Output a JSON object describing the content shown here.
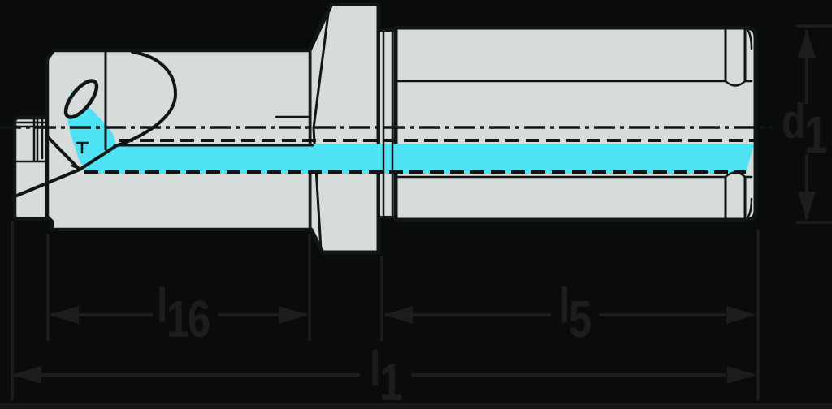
{
  "diagram": {
    "type": "technical-drawing",
    "description": "Side cross-section of an indexable-insert drill / boring tool: cutting head with elliptical insert pocket at left, conical flange collar in the middle, cylindrical shank with clamping groove at right, cyan coolant channel along the axis, with dimension annotations.",
    "dimension_labels": {
      "l16": {
        "main": "l",
        "sub": "16"
      },
      "l5": {
        "main": "l",
        "sub": "5"
      },
      "l1": {
        "main": "l",
        "sub": "1"
      },
      "d1": {
        "main": "d",
        "sub": "1"
      }
    },
    "colors": {
      "background": "#0a0c0c",
      "body_fill": "#d6dcda",
      "coolant_fill": "#4de3f4",
      "line": "#101616",
      "dimension": "#1c1e1e",
      "bottom_strip": "#171919"
    }
  }
}
